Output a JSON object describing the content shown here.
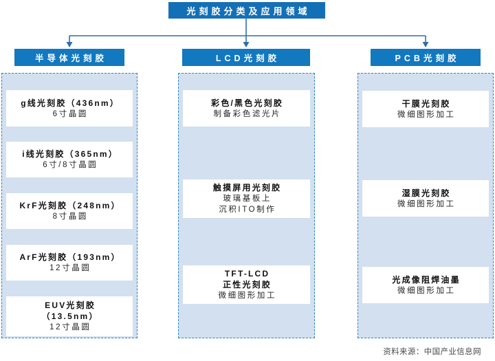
{
  "title": {
    "text": "光刻胶分类及应用领域"
  },
  "columns": [
    {
      "key": "semiconductor",
      "header": "半导体光刻胶",
      "items": [
        {
          "title": "g线光刻胶（436nm）",
          "desc": "6寸晶圆"
        },
        {
          "title": "i线光刻胶（365nm）",
          "desc": "6寸/8寸晶圆"
        },
        {
          "title": "KrF光刻胶（248nm）",
          "desc": "8寸晶圆"
        },
        {
          "title": "ArF光刻胶（193nm）",
          "desc": "12寸晶圆"
        },
        {
          "title": "EUV光刻胶",
          "title2": "（13.5nm）",
          "desc": "12寸晶圆"
        }
      ]
    },
    {
      "key": "lcd",
      "header": "LCD光刻胶",
      "items": [
        {
          "title": "彩色/黑色光刻胶",
          "desc": "制备彩色滤光片"
        },
        {
          "title": "触摸屏用光刻胶",
          "desc": "玻璃基板上",
          "desc2": "沉积ITO制作"
        },
        {
          "title": "TFT-LCD",
          "title2": "正性光刻胶",
          "desc": "微细图形加工"
        }
      ]
    },
    {
      "key": "pcb",
      "header": "PCB光刻胶",
      "items": [
        {
          "title": "干膜光刻胶",
          "desc": "微细图形加工"
        },
        {
          "title": "湿膜光刻胶",
          "desc": "微细图形加工"
        },
        {
          "title": "光成像阻焊油墨",
          "desc": "微细图形加工"
        }
      ]
    }
  ],
  "footer": {
    "text": "资料来源：中国产业信息网"
  },
  "colors": {
    "title_bar": "#1470b6",
    "column_header": "#1278bf",
    "panel_fill": "#d2e0ef",
    "panel_border": "#2a84c6",
    "connector": "#2f6cae",
    "card_fill": "#ffffff"
  }
}
